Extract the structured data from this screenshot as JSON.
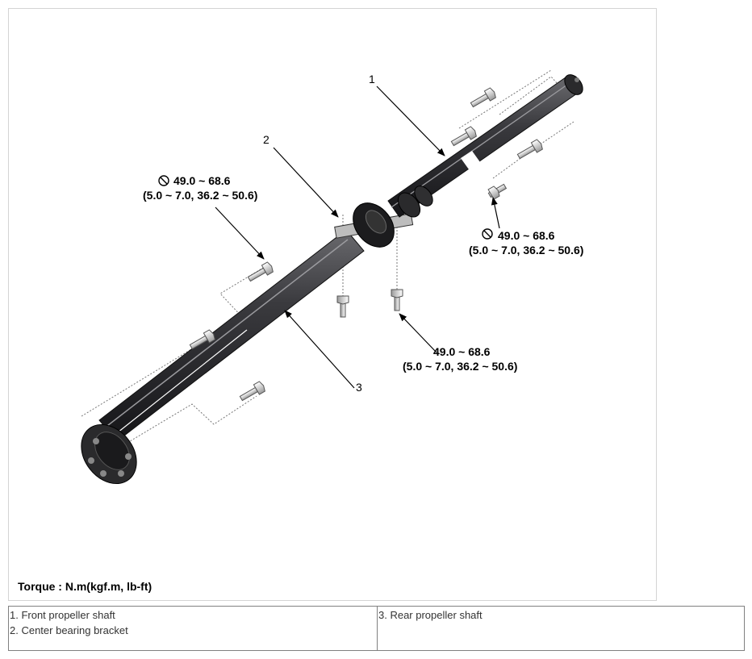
{
  "callouts": [
    {
      "number": "1"
    },
    {
      "number": "2"
    },
    {
      "number": "3"
    }
  ],
  "torque_specs": {
    "left": {
      "primary": "49.0 ~ 68.6",
      "secondary": "(5.0 ~ 7.0, 36.2 ~ 50.6)",
      "icon": "no-reuse-icon"
    },
    "right": {
      "primary": "49.0 ~ 68.6",
      "secondary": "(5.0 ~ 7.0, 36.2 ~ 50.6)",
      "icon": "no-reuse-icon"
    },
    "center": {
      "primary": "49.0 ~ 68.6",
      "secondary": "(5.0 ~ 7.0, 36.2 ~ 50.6)"
    }
  },
  "torque_units": "Torque : N.m(kgf.m, lb-ft)",
  "legend": {
    "col1": [
      "1. Front propeller shaft",
      "2. Center bearing bracket"
    ],
    "col2": [
      "3. Rear propeller shaft"
    ]
  }
}
